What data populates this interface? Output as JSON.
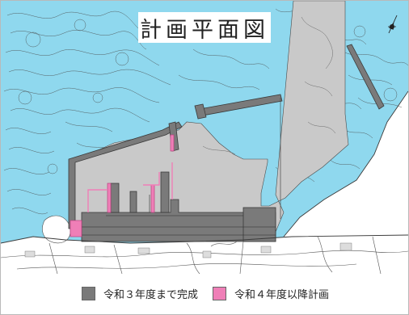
{
  "title": "計画平面図",
  "colors": {
    "sea": "#8fd8ee",
    "land": "#ffffff",
    "planned_area": "#c9c9c9",
    "completed": "#7a7a7a",
    "planned_future": "#ef7fb7",
    "contour": "#4a4a4a"
  },
  "icons": {
    "north_arrow": "compass-north-arrow-icon"
  },
  "legend": [
    {
      "label": "令和３年度まで完成",
      "color": "#7a7a7a"
    },
    {
      "label": "令和４年度以降計画",
      "color": "#ef7fb7"
    }
  ]
}
